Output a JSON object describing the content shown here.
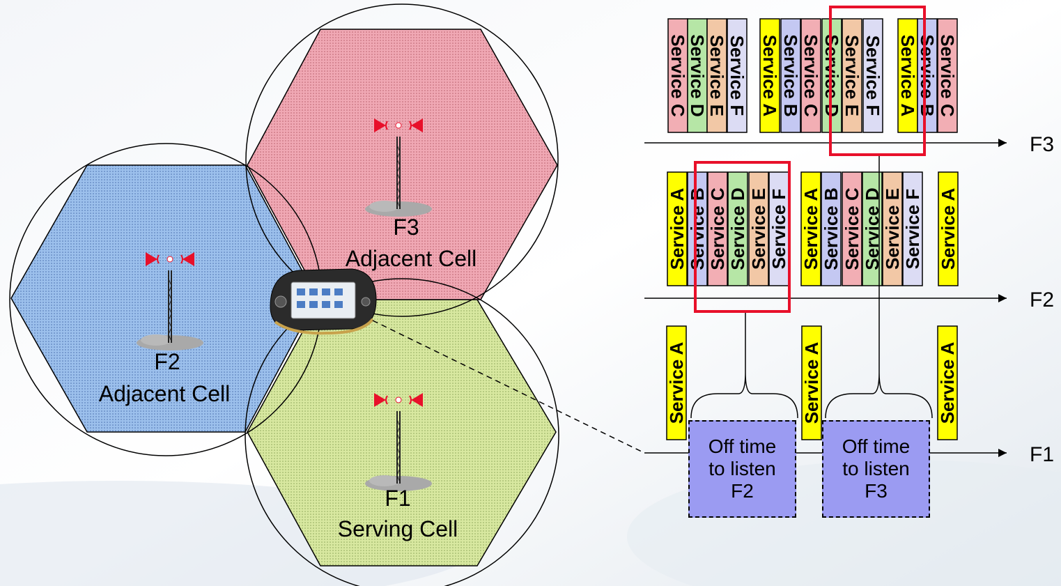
{
  "colors": {
    "service_A": "#ffff00",
    "service_B": "#c4c8f2",
    "service_C": "#f2aeb4",
    "service_D": "#b6e6a6",
    "service_E": "#f2c8a6",
    "service_F": "#dcdcf4",
    "cell_F1": "#d8e8a0",
    "cell_F2": "#9cc0ec",
    "cell_F3": "#f0a8b4",
    "off_time_box": "#9b9bf2",
    "highlight": "#e8102a"
  },
  "cells": {
    "f1": {
      "freq": "F1",
      "role": "Serving Cell"
    },
    "f2": {
      "freq": "F2",
      "role": "Adjacent Cell"
    },
    "f3": {
      "freq": "F3",
      "role": "Adjacent Cell"
    }
  },
  "timeline_labels": {
    "f3": "F3",
    "f2": "F2",
    "f1": "F1"
  },
  "services": {
    "f3": [
      "Service C",
      "Service D",
      "Service E",
      "Service F",
      "Service A",
      "Service B",
      "Service C",
      "Service D",
      "Service E",
      "Service F",
      "Service A",
      "Service B",
      "Service C"
    ],
    "f2": [
      "Service A",
      "Service B",
      "Service C",
      "Service D",
      "Service E",
      "Service F",
      "Service A",
      "Service B",
      "Service C",
      "Service D",
      "Service E",
      "Service F",
      "Service A"
    ],
    "f1": [
      "Service A",
      "Service A",
      "Service A"
    ]
  },
  "off_time": {
    "box1": {
      "line1": "Off time",
      "line2": "to listen",
      "line3": "F2"
    },
    "box2": {
      "line1": "Off time",
      "line2": "to listen",
      "line3": "F3"
    }
  },
  "icons": [
    "cell-tower-icon",
    "mobile-phone-icon"
  ]
}
